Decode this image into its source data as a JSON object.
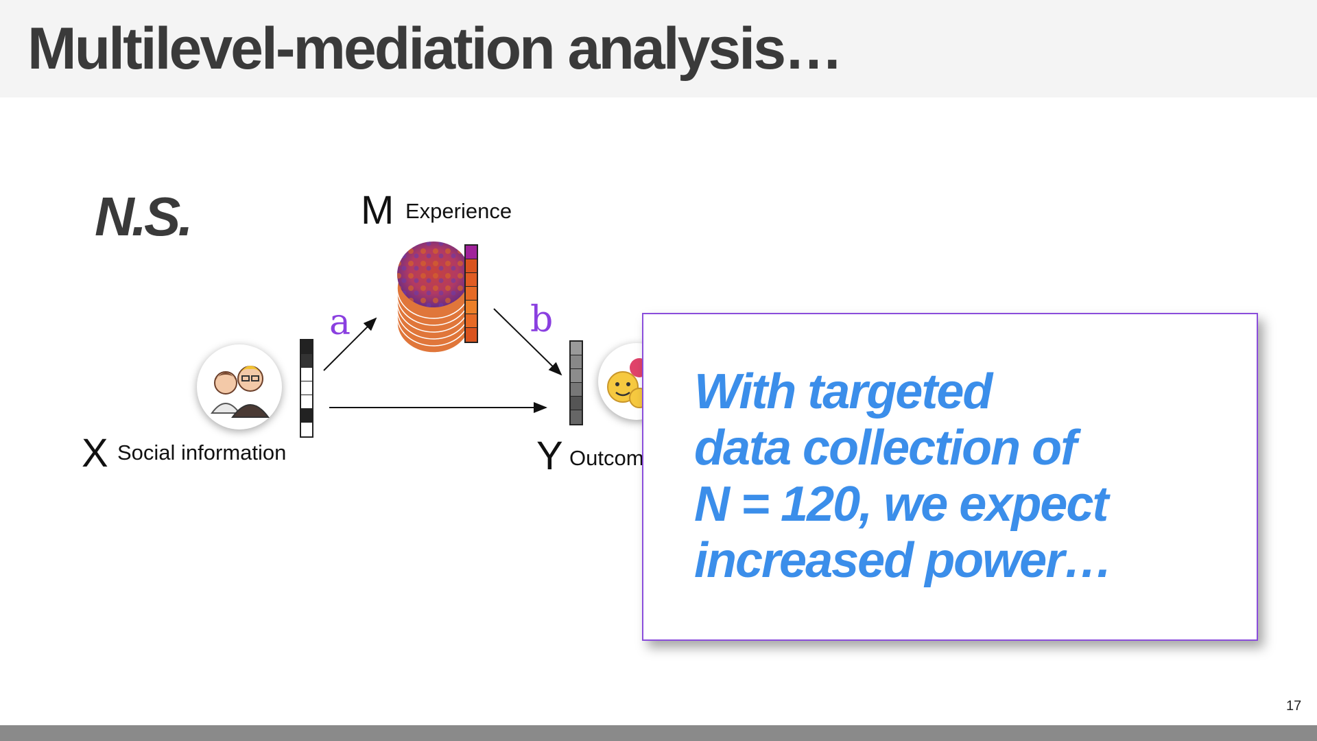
{
  "slide": {
    "title": "Multilevel-mediation analysis…",
    "page_number": "17"
  },
  "diagram": {
    "result_label": "N.S.",
    "mediator": {
      "letter": "M",
      "label": "Experience"
    },
    "predictor": {
      "letter": "X",
      "label": "Social information"
    },
    "outcome": {
      "letter": "Y",
      "label": "Outcom"
    },
    "paths": {
      "a": "a",
      "b": "b"
    },
    "colors": {
      "path_label": "#8a3fe0",
      "arrow": "#111111"
    }
  },
  "callout": {
    "lines": [
      "With targeted",
      "data collection of",
      "N = 120, we expect",
      "increased power…"
    ],
    "text_color": "#3b8eea",
    "border_color": "#8a4ddb"
  }
}
